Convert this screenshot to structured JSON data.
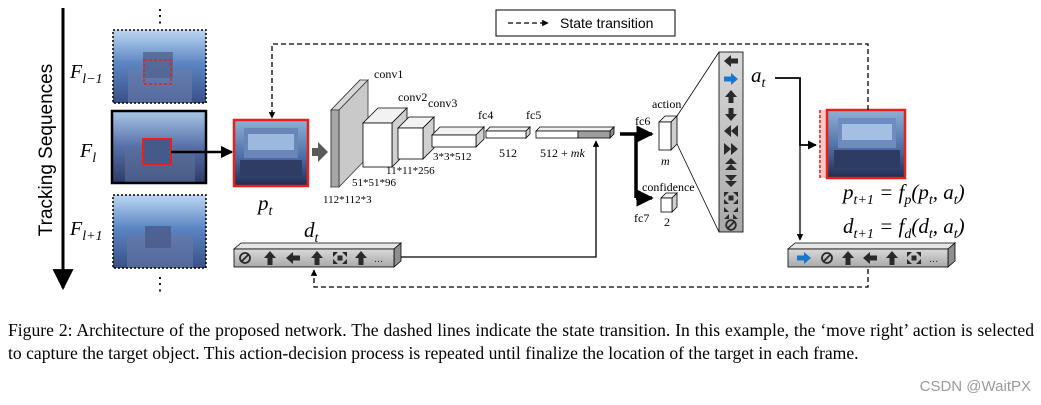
{
  "legend": {
    "label": "State transition"
  },
  "sequence": {
    "axis_label": "Tracking Sequences",
    "frames": [
      {
        "base": "F",
        "sub": "l−1"
      },
      {
        "base": "F",
        "sub": "l"
      },
      {
        "base": "F",
        "sub": "l+1"
      }
    ],
    "ellipsis": "⋮"
  },
  "patch": {
    "base": "p",
    "sub": "t"
  },
  "dynamics_in": {
    "base": "d",
    "sub": "t",
    "ellipsis": "..."
  },
  "layers": {
    "conv1": "conv1",
    "conv2": "conv2",
    "conv3": "conv3",
    "fc4": "fc4",
    "fc5": "fc5",
    "fc6": "fc6",
    "fc7": "fc7",
    "input_size": "112*112*3",
    "conv1_out": "51*51*96",
    "conv2_out": "11*11*256",
    "conv3_out": "3*3*512",
    "fc4_out": "512",
    "fc5_out_num": "512 + ",
    "fc5_out_var": "mk",
    "action": "action",
    "action_dim": "m",
    "confidence": "confidence",
    "confidence_dim": "2"
  },
  "action_out": {
    "base": "a",
    "sub": "t"
  },
  "equations": {
    "p_next": {
      "lhs": "p",
      "lhs_sub": "t+1",
      "rhs": " = f",
      "rhs_sub": "p",
      "args": "(p",
      "a1s": "t",
      "comma": ", a",
      "a2s": "t",
      "close": ")"
    },
    "d_next": {
      "lhs": "d",
      "lhs_sub": "t+1",
      "rhs": " = f",
      "rhs_sub": "d",
      "args": "(d",
      "a1s": "t",
      "comma": ", a",
      "a2s": "t",
      "close": ")"
    }
  },
  "dynamics_out": {
    "ellipsis": "..."
  },
  "colors": {
    "target_box": "#e8201c",
    "action_blue": "#1a77d0",
    "icon_dark": "#2a2a2a",
    "bar_gray": "#bdbdbd",
    "layer_white": "#ffffff",
    "layer_gray": "#9e9e9e"
  },
  "caption": "Figure 2: Architecture of the proposed network. The dashed lines indicate the state transition. In this example, the ‘move right’ action is selected to capture the target object. This action-decision process is repeated until finalize the location of the target in each frame.",
  "watermark": "CSDN @WaitPX"
}
